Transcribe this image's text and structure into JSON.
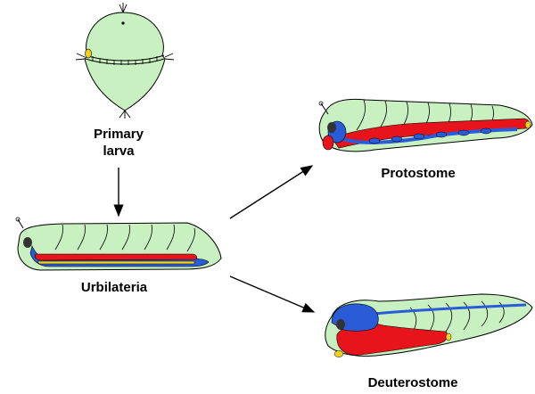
{
  "labels": {
    "primary_larva_line1": "Primary",
    "primary_larva_line2": "larva",
    "urbilateria": "Urbilateria",
    "protostome": "Protostome",
    "deuterostome": "Deuterostome"
  },
  "colors": {
    "body": "#c8f0c0",
    "gut_red": "#e8141c",
    "nerve_blue": "#2a5cd8",
    "yellow": "#f2d21a",
    "eye": "#333333"
  }
}
